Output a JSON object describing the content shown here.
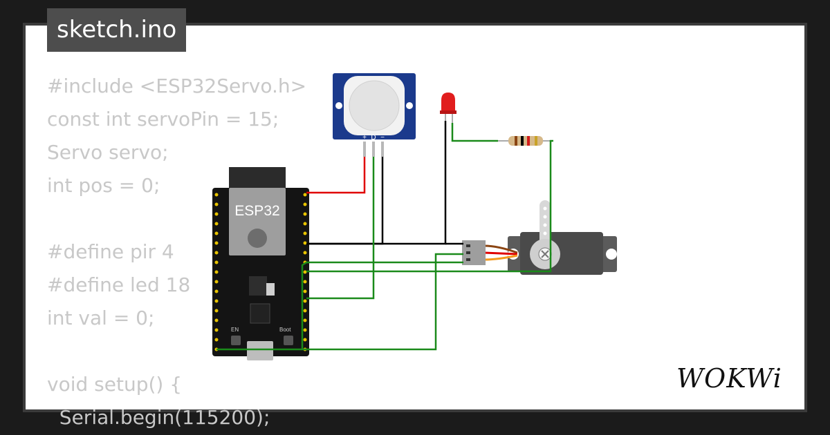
{
  "tab": {
    "filename": "sketch.ino"
  },
  "code_lines": [
    "#include <ESP32Servo.h>",
    "const int servoPin = 15;",
    "Servo servo;",
    "int pos = 0;",
    "",
    "#define pir 4",
    "#define led 18",
    "int val = 0;",
    "",
    "void setup() {",
    "  Serial.begin(115200);"
  ],
  "diagram": {
    "mcu_label": "ESP32",
    "boot_label": "Boot",
    "en_label": "EN",
    "pir_pins": [
      "+",
      "D",
      "−"
    ],
    "wire_colors": {
      "power": "#e00000",
      "ground": "#000000",
      "signal": "#1a8a1a"
    },
    "board_color": "#141414",
    "pir_board_color": "#1b3a8c",
    "led_color": "#e11d1d"
  },
  "brand": {
    "name": "WOKWi"
  }
}
